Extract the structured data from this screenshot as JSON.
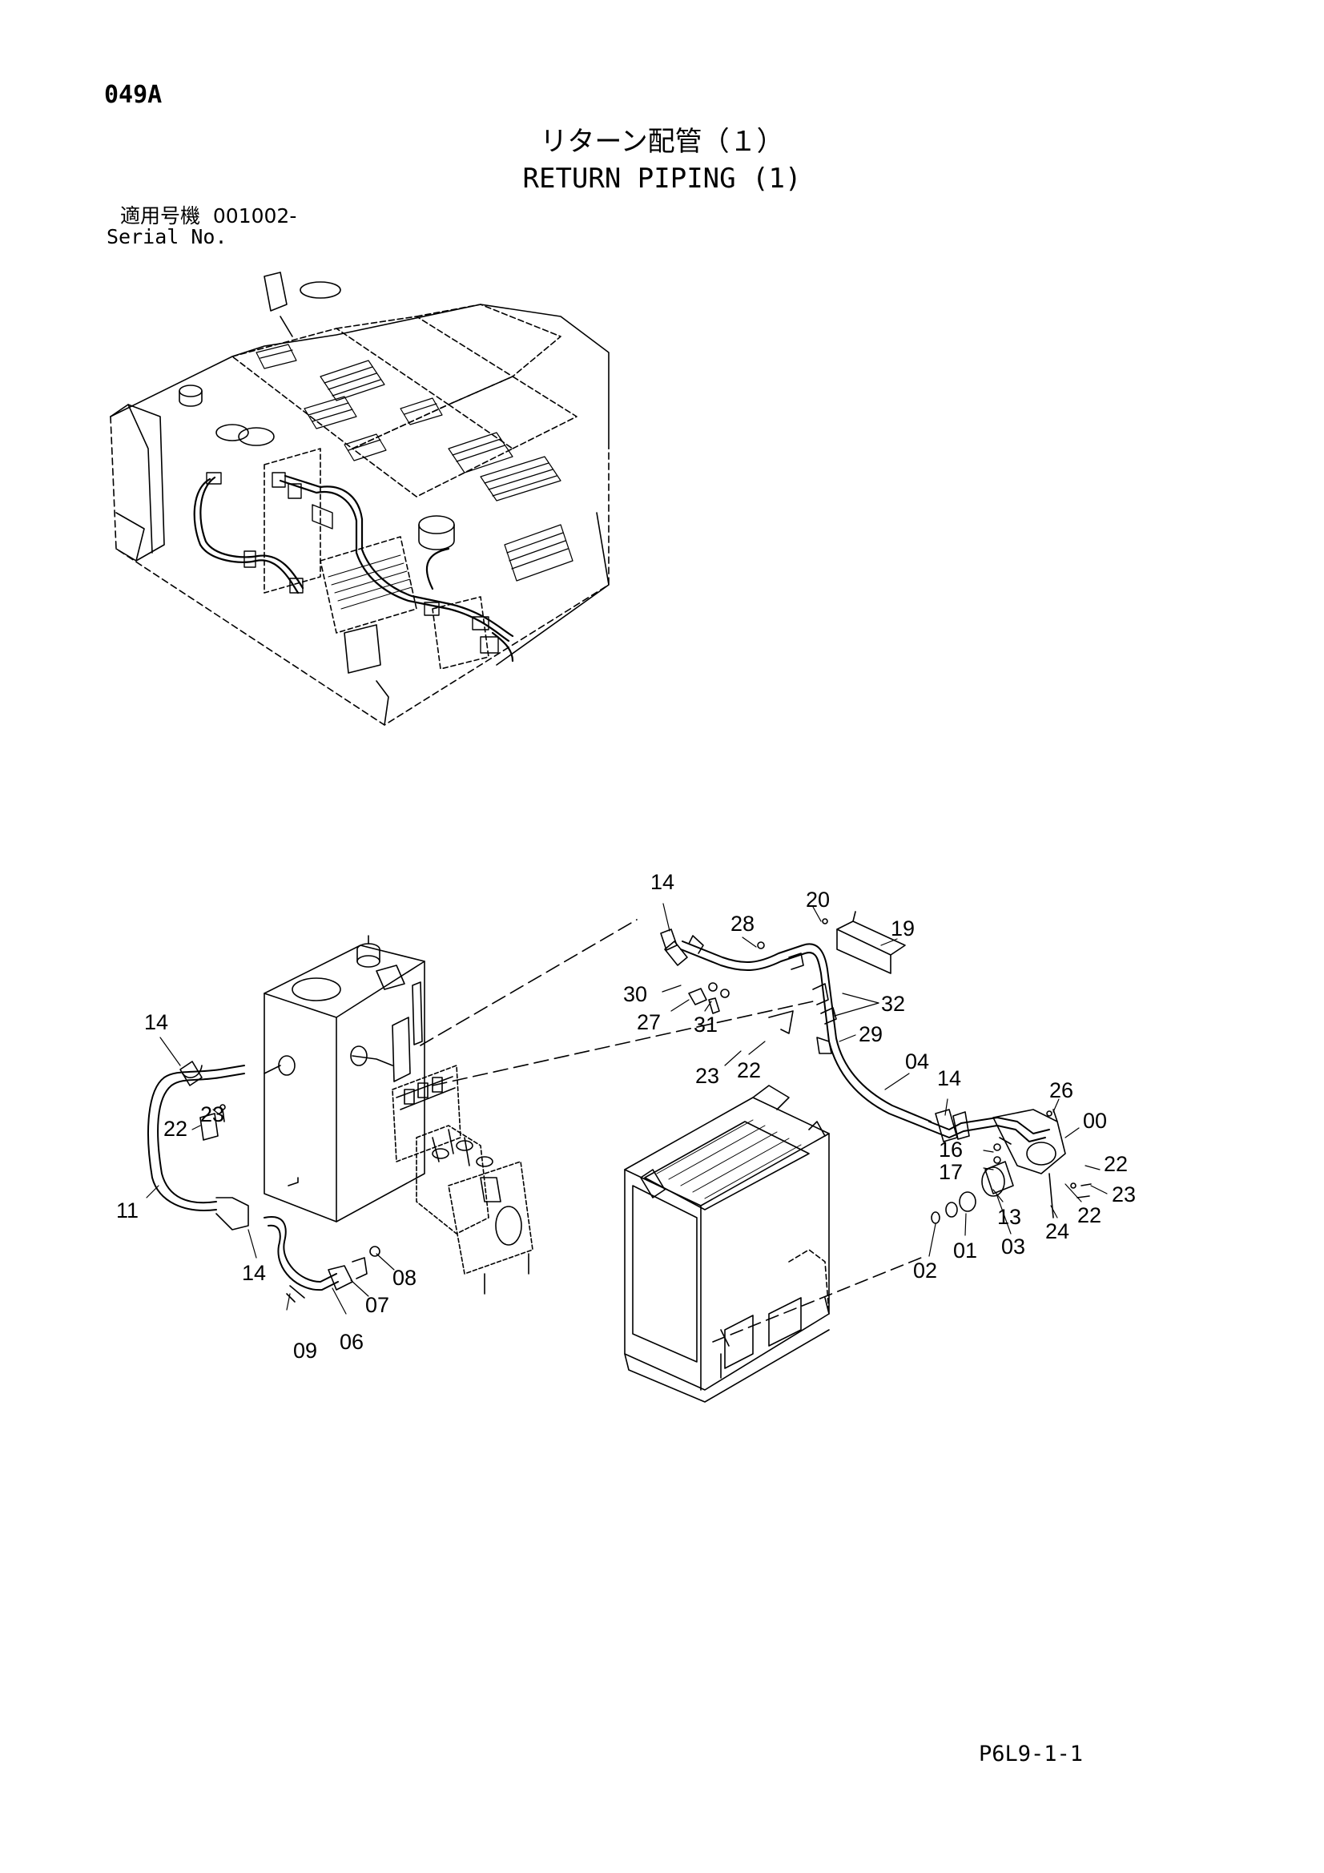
{
  "header": {
    "page_code": "049A",
    "title_jp": "リターン配管（１）",
    "title_en": "RETURN PIPING (1)",
    "serial_label_jp": "適用号機  001002-",
    "serial_label_en": "Serial No."
  },
  "callouts": [
    {
      "id": "c-14a",
      "text": "14"
    },
    {
      "id": "c-20",
      "text": "20"
    },
    {
      "id": "c-28",
      "text": "28"
    },
    {
      "id": "c-19",
      "text": "19"
    },
    {
      "id": "c-30",
      "text": "30"
    },
    {
      "id": "c-32",
      "text": "32"
    },
    {
      "id": "c-27",
      "text": "27"
    },
    {
      "id": "c-31",
      "text": "31"
    },
    {
      "id": "c-29",
      "text": "29"
    },
    {
      "id": "c-23a",
      "text": "23"
    },
    {
      "id": "c-22a",
      "text": "22"
    },
    {
      "id": "c-04",
      "text": "04"
    },
    {
      "id": "c-14b",
      "text": "14"
    },
    {
      "id": "c-26",
      "text": "26"
    },
    {
      "id": "c-00",
      "text": "00"
    },
    {
      "id": "c-16",
      "text": "16"
    },
    {
      "id": "c-17",
      "text": "17"
    },
    {
      "id": "c-22b",
      "text": "22"
    },
    {
      "id": "c-23b",
      "text": "23"
    },
    {
      "id": "c-13",
      "text": "13"
    },
    {
      "id": "c-24",
      "text": "24"
    },
    {
      "id": "c-22c",
      "text": "22"
    },
    {
      "id": "c-01",
      "text": "01"
    },
    {
      "id": "c-03",
      "text": "03"
    },
    {
      "id": "c-02",
      "text": "02"
    },
    {
      "id": "c-14c",
      "text": "14"
    },
    {
      "id": "c-23c",
      "text": "23"
    },
    {
      "id": "c-22d",
      "text": "22"
    },
    {
      "id": "c-11",
      "text": "11"
    },
    {
      "id": "c-14d",
      "text": "14"
    },
    {
      "id": "c-08",
      "text": "08"
    },
    {
      "id": "c-07",
      "text": "07"
    },
    {
      "id": "c-09",
      "text": "09"
    },
    {
      "id": "c-06",
      "text": "06"
    }
  ],
  "footer": {
    "code": "P6L9-1-1"
  }
}
